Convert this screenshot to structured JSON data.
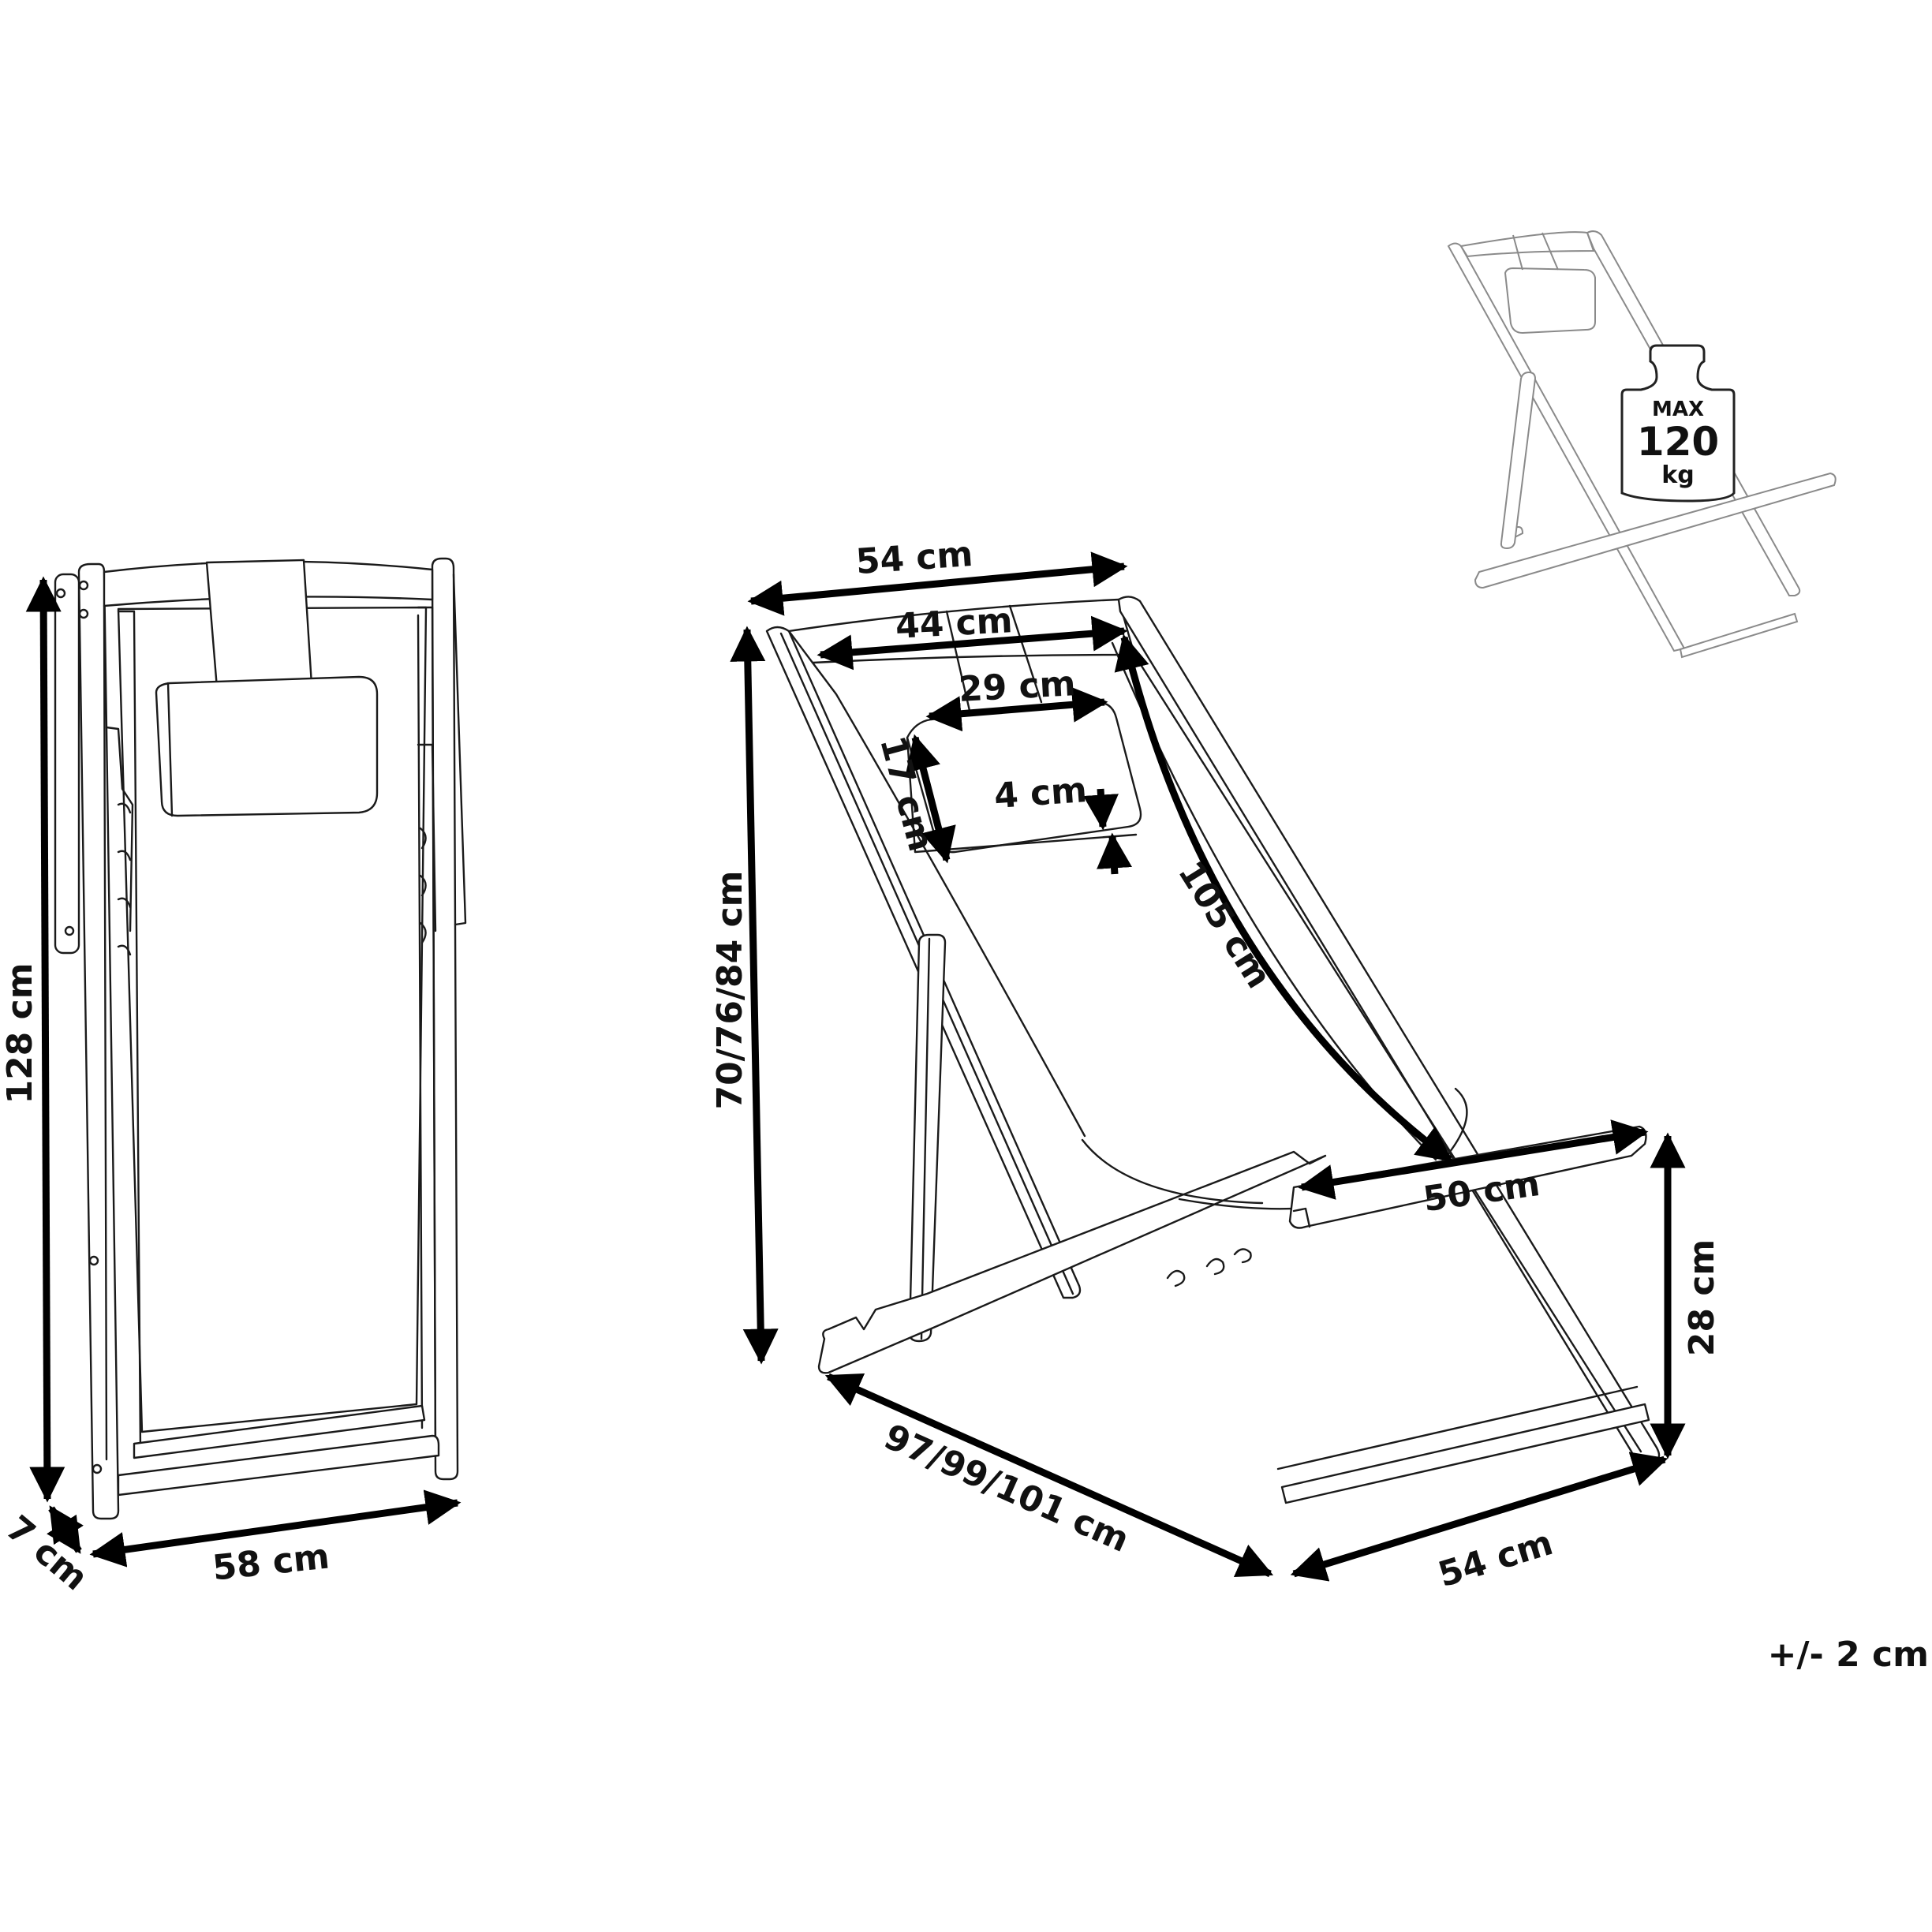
{
  "folded_view": {
    "height_label": "128 cm",
    "width_label": "58 cm",
    "depth_label": "7 cm"
  },
  "open_view": {
    "top_width_label": "54 cm",
    "inner_width_label": "44 cm",
    "pillow_width_label": "29 cm",
    "pillow_height_label": "17 cm",
    "pillow_thickness_label": "4 cm",
    "fabric_length_label": "105 cm",
    "armrest_length_label": "50 cm",
    "total_height_label": "70/76/84 cm",
    "depth_label": "97/99/101 cm",
    "base_width_label": "54 cm",
    "seat_height_label": "28 cm"
  },
  "weight_badge": {
    "line1": "MAX",
    "line2": "120",
    "line3": "kg"
  },
  "tolerance_note": "+/- 2 cm",
  "colors": {
    "line": "#1a1a1a",
    "thumbnail_line": "#8a8a8a",
    "background": "#ffffff"
  }
}
